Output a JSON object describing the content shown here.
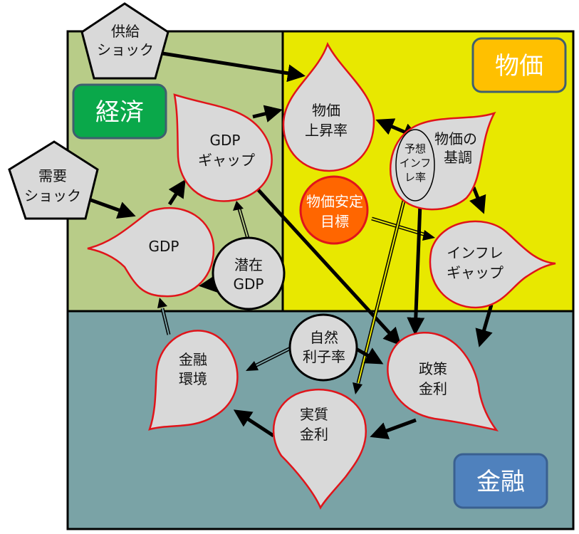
{
  "colors": {
    "economy_bg": "#b8cc88",
    "price_bg": "#e8e800",
    "finance_bg": "#7aa3a6",
    "node_fill": "#d9d9d9",
    "node_stroke": "#e0141a",
    "economy_label_bg": "#0aa84a",
    "price_label_bg": "#ffc000",
    "finance_label_bg": "#4f81bd",
    "target_fill": "#ff6600"
  },
  "regions": {
    "economy": {
      "label": "経済"
    },
    "price": {
      "label": "物価"
    },
    "finance": {
      "label": "金融"
    }
  },
  "shocks": {
    "supply": {
      "line1": "供給",
      "line2": "ショック"
    },
    "demand": {
      "line1": "需要",
      "line2": "ショック"
    }
  },
  "nodes": {
    "gdp_gap": {
      "line1": "GDP",
      "line2": "ギャップ"
    },
    "gdp": {
      "line1": "GDP"
    },
    "potential_gdp": {
      "line1": "潜在",
      "line2": "GDP"
    },
    "price_rise": {
      "line1": "物価",
      "line2": "上昇率"
    },
    "price_trend": {
      "line1": "物価の",
      "line2": "基調"
    },
    "expected_inflation": {
      "line1": "予想",
      "line2": "インフ",
      "line3": "レ率"
    },
    "price_target": {
      "line1": "物価安定",
      "line2": "目標"
    },
    "inflation_gap": {
      "line1": "インフレ",
      "line2": "ギャップ"
    },
    "financial_conditions": {
      "line1": "金融",
      "line2": "環境"
    },
    "natural_rate": {
      "line1": "自然",
      "line2": "利子率"
    },
    "policy_rate": {
      "line1": "政策",
      "line2": "金利"
    },
    "real_rate": {
      "line1": "実質",
      "line2": "金利"
    }
  }
}
